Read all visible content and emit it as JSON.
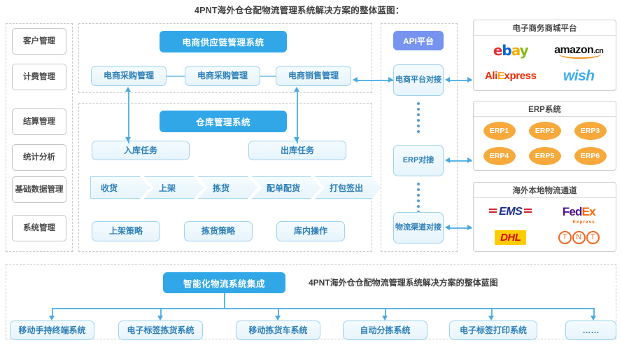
{
  "title": "4PNT海外仓仓配物流管理系统解决方案的整体蓝图：",
  "bottom_caption": "4PNT海外仓仓配物流管理系统解决方案的整体蓝图",
  "sidebar": {
    "items": [
      {
        "label": "客户管理"
      },
      {
        "label": "计费管理"
      },
      {
        "label": "结算管理"
      },
      {
        "label": "统计分析"
      },
      {
        "label": "基础数据管理"
      },
      {
        "label": "系统管理"
      }
    ]
  },
  "supply_chain": {
    "header": "电商供应链管理系统",
    "modules": [
      {
        "label": "电商采购管理"
      },
      {
        "label": "电商采购管理"
      },
      {
        "label": "电商销售管理"
      }
    ]
  },
  "warehouse": {
    "header": "仓库管理系统",
    "tasks": [
      {
        "label": "入库任务"
      },
      {
        "label": "出库任务"
      }
    ],
    "process": [
      {
        "label": "收货"
      },
      {
        "label": "上架"
      },
      {
        "label": "拣货"
      },
      {
        "label": "配单配货"
      },
      {
        "label": "打包签出"
      }
    ],
    "strategies": [
      {
        "label": "上架策略"
      },
      {
        "label": "拣货策略"
      },
      {
        "label": "库内操作"
      }
    ]
  },
  "api": {
    "header": "API平台",
    "connectors": [
      {
        "label": "电商平台对接"
      },
      {
        "label": "ERP对接"
      },
      {
        "label": "物流渠道对接"
      }
    ]
  },
  "vendors": {
    "ecommerce": {
      "title": "电子商务商城平台",
      "items": [
        {
          "name": "ebay-logo",
          "label": "ebay"
        },
        {
          "name": "amazon-logo",
          "label": "amazon.cn"
        },
        {
          "name": "aliexpress-logo",
          "label": "AliExpress"
        },
        {
          "name": "wish-logo",
          "label": "wish"
        }
      ]
    },
    "erp": {
      "title": "ERP系统",
      "items": [
        {
          "label": "ERP1"
        },
        {
          "label": "ERP2"
        },
        {
          "label": "ERP3"
        },
        {
          "label": "ERP4"
        },
        {
          "label": "ERP5"
        },
        {
          "label": "ERP6"
        }
      ]
    },
    "logistics": {
      "title": "海外本地物流通道",
      "items": [
        {
          "name": "ems-logo",
          "label": "EMS"
        },
        {
          "name": "fedex-logo",
          "label": "FedEx"
        },
        {
          "name": "dhl-logo",
          "label": "DHL"
        },
        {
          "name": "tnt-logo",
          "label": "TNT"
        }
      ]
    }
  },
  "integration": {
    "header": "智能化物流系统集成",
    "systems": [
      {
        "label": "移动手持终端系统"
      },
      {
        "label": "电子标签拣货系统"
      },
      {
        "label": "移动拣货车系统"
      },
      {
        "label": "自动分拣系统"
      },
      {
        "label": "电子标签打印系统"
      },
      {
        "label": "……"
      }
    ]
  },
  "colors": {
    "blue": "#32a7e8",
    "purple": "#7694ef",
    "orange": "#f7a93c",
    "panel_border": "#c9c9c9",
    "light_box_border": "#9ed2ef"
  }
}
